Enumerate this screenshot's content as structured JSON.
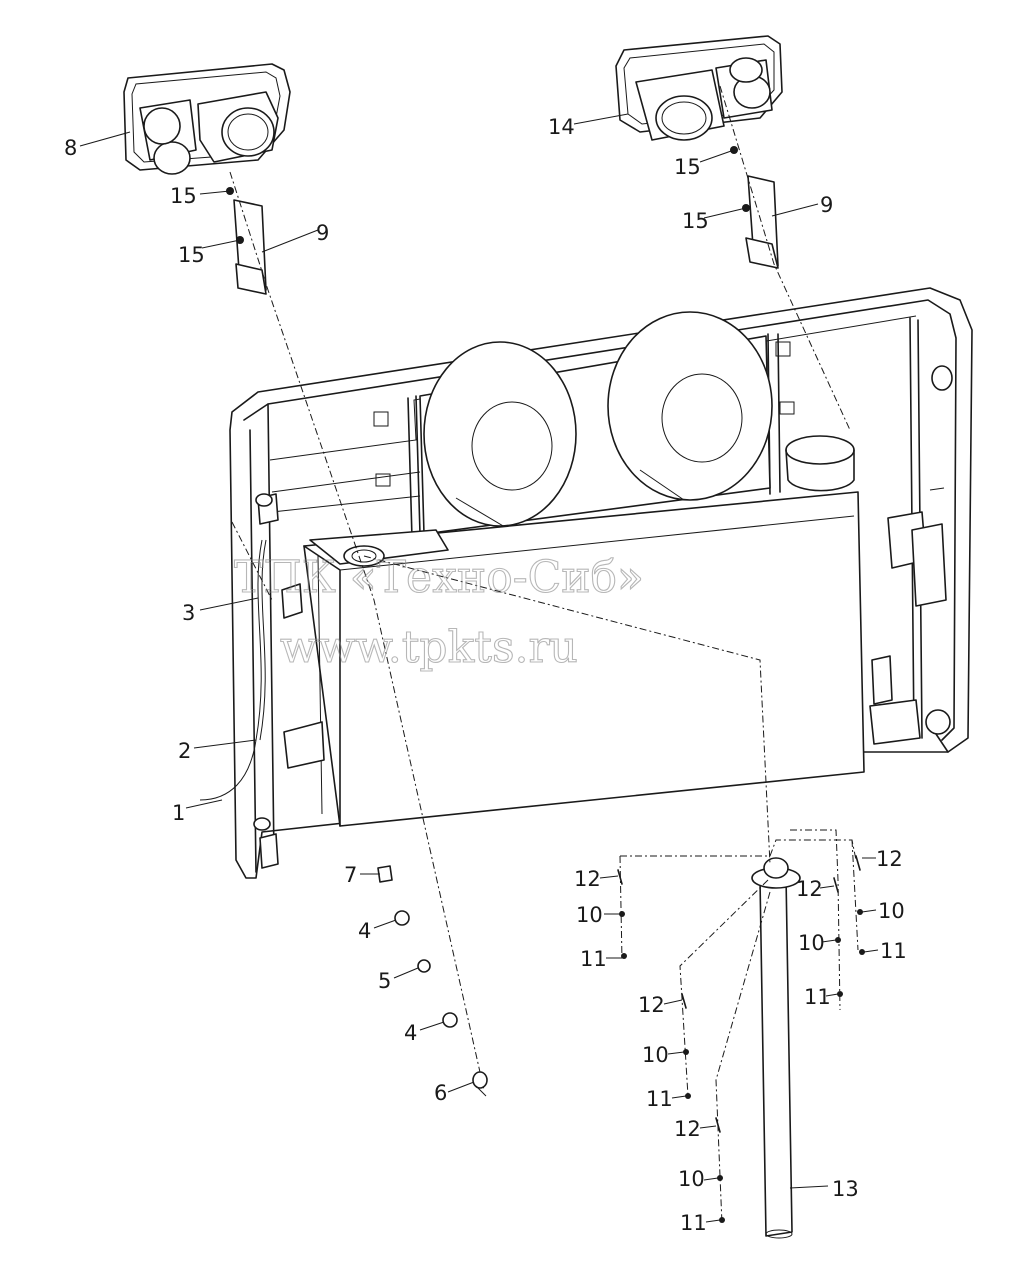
{
  "watermark": {
    "line1": "ТПК «Техно-Сиб»",
    "line2": "www.tpkts.ru"
  },
  "callouts": [
    {
      "id": "c8",
      "text": "8"
    },
    {
      "id": "c15a",
      "text": "15"
    },
    {
      "id": "c15b",
      "text": "15"
    },
    {
      "id": "c9a",
      "text": "9"
    },
    {
      "id": "c14",
      "text": "14"
    },
    {
      "id": "c15c",
      "text": "15"
    },
    {
      "id": "c15d",
      "text": "15"
    },
    {
      "id": "c9b",
      "text": "9"
    },
    {
      "id": "c3",
      "text": "3"
    },
    {
      "id": "c2",
      "text": "2"
    },
    {
      "id": "c1",
      "text": "1"
    },
    {
      "id": "c7",
      "text": "7"
    },
    {
      "id": "c4a",
      "text": "4"
    },
    {
      "id": "c5",
      "text": "5"
    },
    {
      "id": "c4b",
      "text": "4"
    },
    {
      "id": "c6",
      "text": "6"
    },
    {
      "id": "c12a",
      "text": "12"
    },
    {
      "id": "c10a",
      "text": "10"
    },
    {
      "id": "c11a",
      "text": "11"
    },
    {
      "id": "c12b",
      "text": "12"
    },
    {
      "id": "c10b",
      "text": "10"
    },
    {
      "id": "c11b",
      "text": "11"
    },
    {
      "id": "c12c",
      "text": "12"
    },
    {
      "id": "c10c",
      "text": "10"
    },
    {
      "id": "c11c",
      "text": "11"
    },
    {
      "id": "c12d",
      "text": "12"
    },
    {
      "id": "c10d",
      "text": "10"
    },
    {
      "id": "c11d",
      "text": "11"
    },
    {
      "id": "c12e",
      "text": "12"
    },
    {
      "id": "c10e",
      "text": "10"
    },
    {
      "id": "c11e",
      "text": "11"
    },
    {
      "id": "c13",
      "text": "13"
    }
  ]
}
